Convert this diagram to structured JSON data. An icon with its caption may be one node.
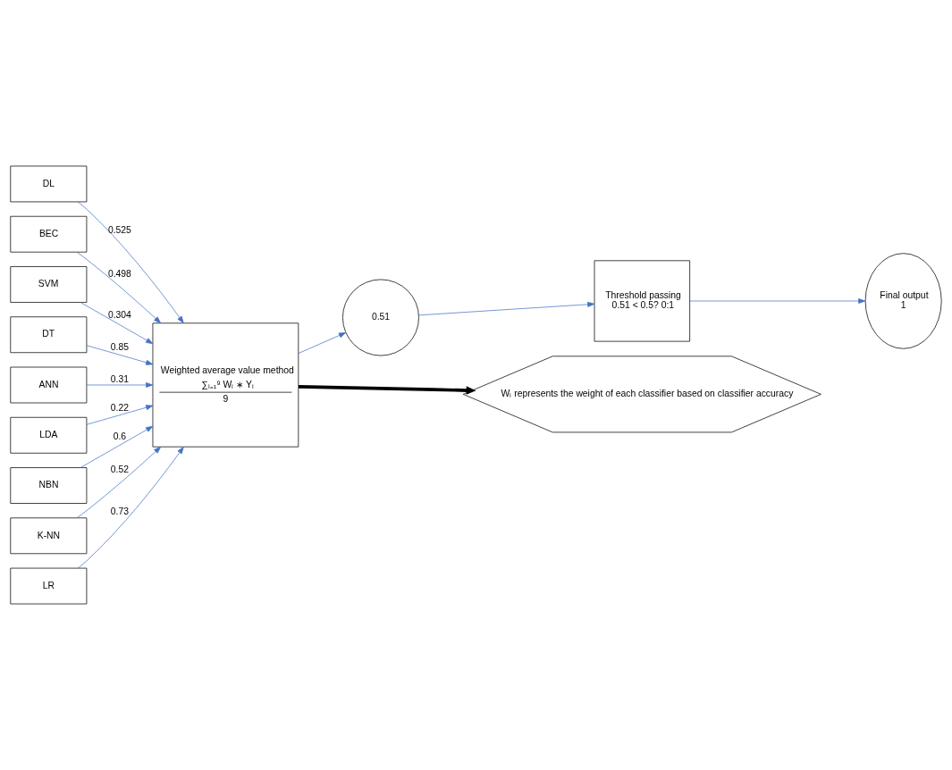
{
  "diagram": {
    "nodes": [
      {
        "text": [
          "DL"
        ]
      },
      {
        "text": [
          "BEC"
        ]
      },
      {
        "text": [
          "SVM"
        ]
      },
      {
        "text": [
          "DT"
        ]
      },
      {
        "text": [
          "ANN"
        ]
      },
      {
        "text": [
          "LDA"
        ]
      },
      {
        "text": [
          "NBN"
        ]
      },
      {
        "text": [
          "K-NN"
        ]
      },
      {
        "text": [
          "LR"
        ]
      },
      {
        "text": [
          "Weighted average value method",
          "∑ₗ₌₁⁹ Wₗ ∗ Yₗ",
          "9"
        ]
      },
      {
        "text": [
          "0.51"
        ]
      },
      {
        "text": [
          "Threshold passing",
          "0.51 < 0.5? 0:1"
        ]
      },
      {
        "text": [
          "Final output",
          "1"
        ]
      },
      {
        "text": [
          "Wₗ represents the weight of each classifier based on classifier accuracy"
        ]
      }
    ],
    "edges": [
      {
        "from": 0,
        "to": 9,
        "arrow": "to",
        "label": "0.525"
      },
      {
        "from": 1,
        "to": 9,
        "arrow": "to",
        "label": "0.498"
      },
      {
        "from": 2,
        "to": 9,
        "arrow": "to",
        "label": "0.304"
      },
      {
        "from": 3,
        "to": 9,
        "arrow": "to",
        "label": "0.85"
      },
      {
        "from": 4,
        "to": 9,
        "arrow": "to",
        "label": "0.31"
      },
      {
        "from": 5,
        "to": 9,
        "arrow": "to",
        "label": "0.22"
      },
      {
        "from": 6,
        "to": 9,
        "arrow": "to",
        "label": "0.6"
      },
      {
        "from": 7,
        "to": 9,
        "arrow": "to",
        "label": "0.52"
      },
      {
        "from": 8,
        "to": 9,
        "arrow": "to",
        "label": "0.73"
      },
      {
        "from": 9,
        "to": 10,
        "arrow": "to"
      },
      {
        "from": 10,
        "to": 11,
        "arrow": "to"
      },
      {
        "from": 11,
        "to": 12,
        "arrow": "to"
      },
      {
        "from": 9,
        "to": 13,
        "arrow": "to",
        "style": "thick",
        "color": "#000000"
      }
    ]
  }
}
